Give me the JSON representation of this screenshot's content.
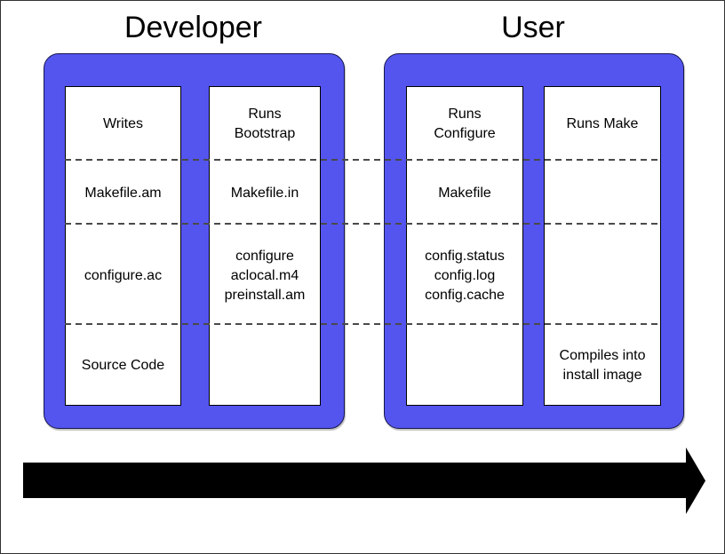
{
  "colors": {
    "group_fill": "#5455ef",
    "group_border": "#15154d",
    "column_border": "#000000",
    "dash_color": "#4a4a4a",
    "arrow_color": "#000000",
    "text_color": "#000000",
    "background": "#ffffff"
  },
  "diagram": {
    "groups": [
      {
        "title": "Developer",
        "columns": [
          {
            "name": "developer-writes-column",
            "cells": [
              [
                "Writes"
              ],
              [
                "Makefile.am"
              ],
              [
                "configure.ac"
              ],
              [
                "Source Code"
              ]
            ]
          },
          {
            "name": "developer-bootstrap-column",
            "cells": [
              [
                "Runs",
                "Bootstrap"
              ],
              [
                "Makefile.in"
              ],
              [
                "configure",
                "aclocal.m4",
                "preinstall.am"
              ],
              []
            ]
          }
        ]
      },
      {
        "title": "User",
        "columns": [
          {
            "name": "user-configure-column",
            "cells": [
              [
                "Runs",
                "Configure"
              ],
              [
                "Makefile"
              ],
              [
                "config.status",
                "config.log",
                "config.cache"
              ],
              []
            ]
          },
          {
            "name": "user-make-column",
            "cells": [
              [
                "Runs Make"
              ],
              [],
              [],
              [
                "Compiles into",
                "install image"
              ]
            ]
          }
        ]
      }
    ],
    "separators": {
      "count": 3,
      "style": "dashed"
    },
    "arrow": {
      "name": "flow-arrow-right",
      "direction": "right"
    }
  }
}
